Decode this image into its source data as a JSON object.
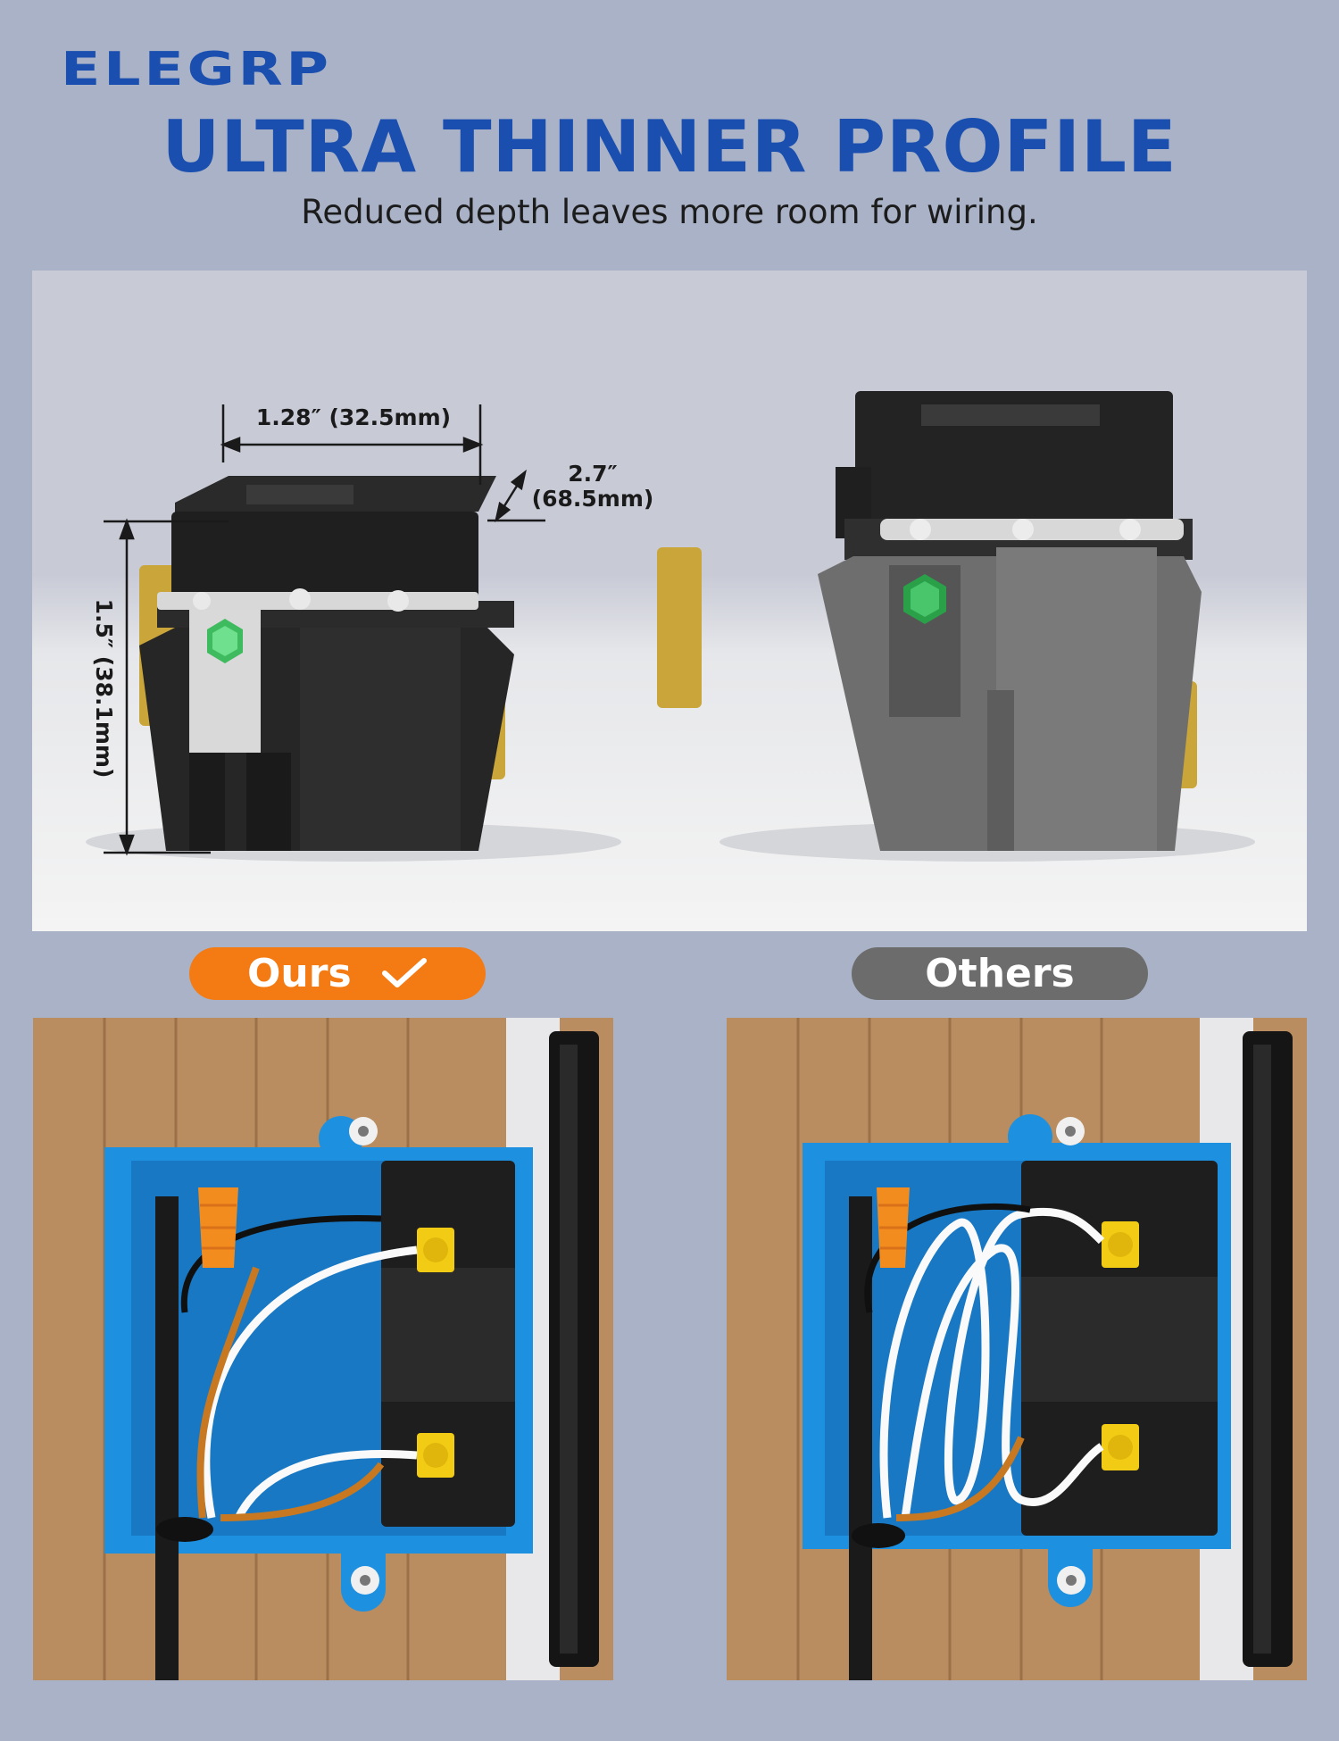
{
  "brand": {
    "name": "ELEGRP",
    "color": "#1a4fb0"
  },
  "headline": "ULTRA THINNER PROFILE",
  "subheadline": "Reduced depth leaves more room for wiring.",
  "dimensions": {
    "width_label": "1.28″ (32.5mm)",
    "depth_label_line1": "2.7″",
    "depth_label_line2": "(68.5mm)",
    "height_label": "1.5″ (38.1mm)"
  },
  "comparison": {
    "ours": {
      "label": "Ours",
      "color": "#f47a13",
      "icon": "checkmark-icon"
    },
    "others": {
      "label": "Others",
      "color": "#6c6c6c"
    }
  },
  "colors": {
    "background": "#a9b2c6",
    "junction_box": "#1e90e0",
    "ground_screw": "#3dbb5e",
    "terminal_screw": "#f2cc14",
    "wire_nut": "#f28c1e"
  }
}
